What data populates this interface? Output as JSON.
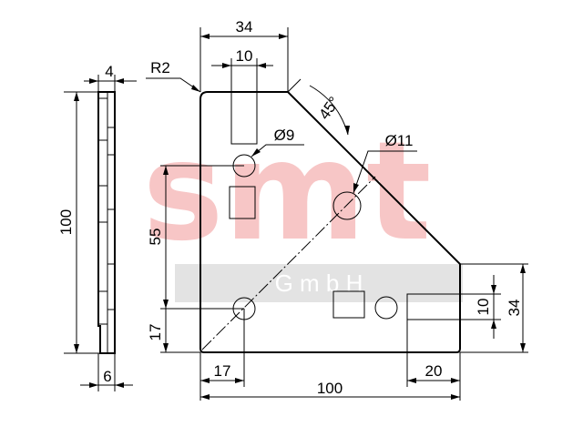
{
  "watermark": {
    "brand": "smt",
    "subtitle": "G m b H",
    "brand_color": "#f7c6c6",
    "band_color": "#e3e3e3"
  },
  "side_view": {
    "dim_top": "4",
    "dim_height": "100",
    "dim_bottom": "6"
  },
  "front_view": {
    "radius_label": "R2",
    "dim_top_width": "34",
    "dim_slot_width": "10",
    "angle_label": "45°",
    "hole_small_label": "Ø9",
    "hole_large_label": "Ø11",
    "dim_55": "55",
    "dim_17_left": "17",
    "dim_17_bottom": "17",
    "dim_100": "100",
    "dim_20": "20",
    "dim_right_10": "10",
    "dim_right_34": "34"
  }
}
